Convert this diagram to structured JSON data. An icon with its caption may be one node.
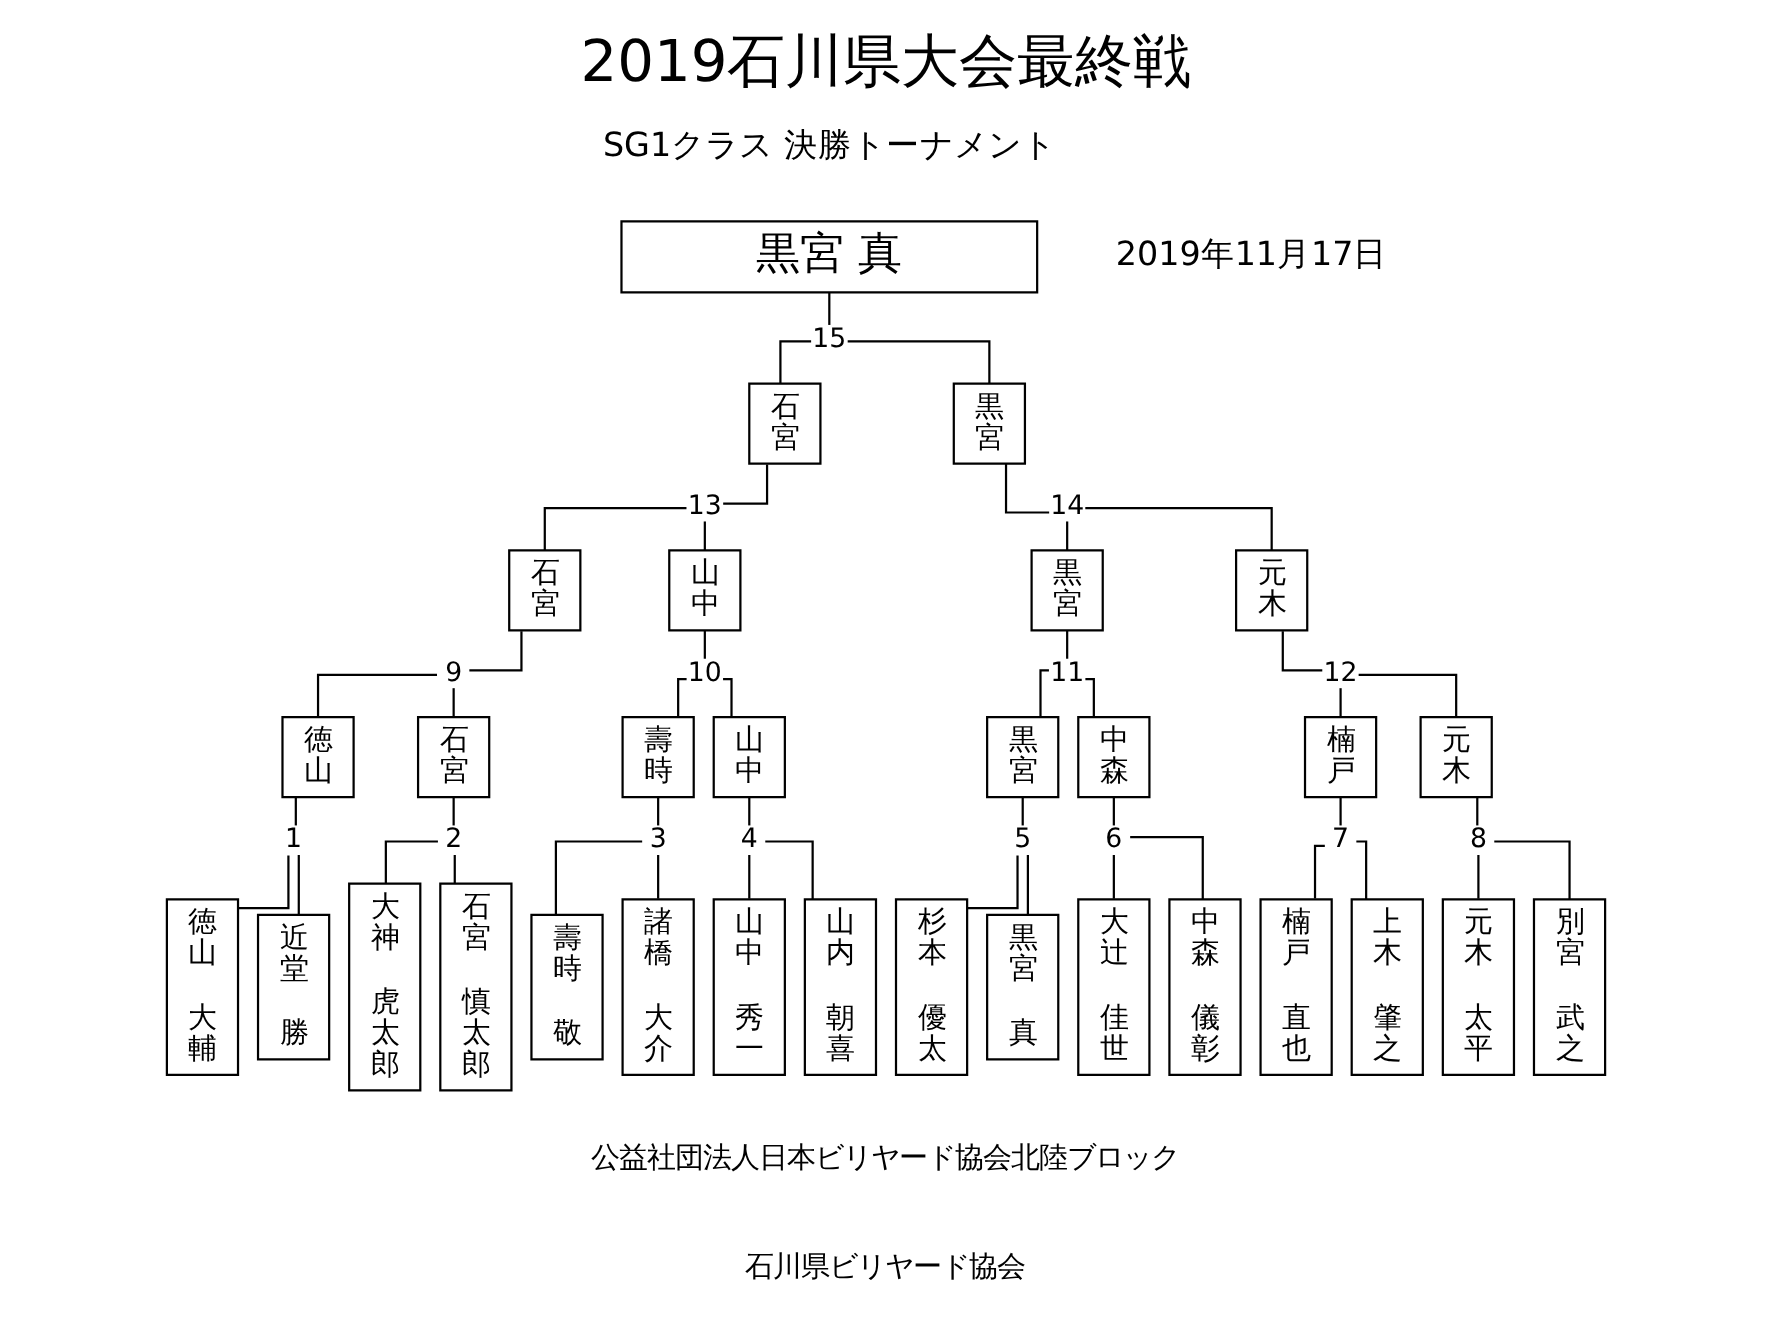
{
  "diagram": {
    "title": "2019石川県大会最終戦",
    "nodes": [
      {
        "text": [
          "黒宮 真"
        ]
      },
      {
        "text": [
          "15"
        ]
      },
      {
        "text": [
          "石宮"
        ]
      },
      {
        "text": [
          "黒宮"
        ]
      },
      {
        "text": [
          "13"
        ]
      },
      {
        "text": [
          "14"
        ]
      },
      {
        "text": [
          "石宮"
        ]
      },
      {
        "text": [
          "山中"
        ]
      },
      {
        "text": [
          "黒宮"
        ]
      },
      {
        "text": [
          "元木"
        ]
      },
      {
        "text": [
          "9"
        ]
      },
      {
        "text": [
          "10"
        ]
      },
      {
        "text": [
          "11"
        ]
      },
      {
        "text": [
          "12"
        ]
      },
      {
        "text": [
          "徳山"
        ]
      },
      {
        "text": [
          "石宮"
        ]
      },
      {
        "text": [
          "壽時"
        ]
      },
      {
        "text": [
          "山中"
        ]
      },
      {
        "text": [
          "黒宮"
        ]
      },
      {
        "text": [
          "中森"
        ]
      },
      {
        "text": [
          "楠戸"
        ]
      },
      {
        "text": [
          "元木"
        ]
      },
      {
        "text": [
          "1"
        ]
      },
      {
        "text": [
          "2"
        ]
      },
      {
        "text": [
          "3"
        ]
      },
      {
        "text": [
          "4"
        ]
      },
      {
        "text": [
          "5"
        ]
      },
      {
        "text": [
          "6"
        ]
      },
      {
        "text": [
          "7"
        ]
      },
      {
        "text": [
          "8"
        ]
      },
      {
        "text": [
          "徳山",
          "大輔"
        ]
      },
      {
        "text": [
          "近堂",
          "勝"
        ]
      },
      {
        "text": [
          "大神",
          "虎太郎"
        ]
      },
      {
        "text": [
          "石宮",
          "慎太郎"
        ]
      },
      {
        "text": [
          "壽時",
          "敬"
        ]
      },
      {
        "text": [
          "諸橋",
          "大介"
        ]
      },
      {
        "text": [
          "山中",
          "秀一"
        ]
      },
      {
        "text": [
          "山内",
          "朝喜"
        ]
      },
      {
        "text": [
          "杉本",
          "優太"
        ]
      },
      {
        "text": [
          "黒宮",
          "真"
        ]
      },
      {
        "text": [
          "大辻",
          "佳世"
        ]
      },
      {
        "text": [
          "中森",
          "儀彰"
        ]
      },
      {
        "text": [
          "楠戸",
          "直也"
        ]
      },
      {
        "text": [
          "上木",
          "肇之"
        ]
      },
      {
        "text": [
          "元木",
          "太平"
        ]
      },
      {
        "text": [
          "別宮",
          "武之"
        ]
      }
    ],
    "edges": [
      {
        "from": 0,
        "to": 1,
        "arrow": "none"
      },
      {
        "from": 1,
        "to": 2,
        "arrow": "none"
      },
      {
        "from": 1,
        "to": 3,
        "arrow": "none"
      },
      {
        "from": 2,
        "to": 4,
        "arrow": "none"
      },
      {
        "from": 3,
        "to": 5,
        "arrow": "none"
      },
      {
        "from": 4,
        "to": 6,
        "arrow": "none"
      },
      {
        "from": 4,
        "to": 7,
        "arrow": "none"
      },
      {
        "from": 5,
        "to": 8,
        "arrow": "none"
      },
      {
        "from": 5,
        "to": 9,
        "arrow": "none"
      },
      {
        "from": 6,
        "to": 10,
        "arrow": "none"
      },
      {
        "from": 7,
        "to": 11,
        "arrow": "none"
      },
      {
        "from": 8,
        "to": 12,
        "arrow": "none"
      },
      {
        "from": 9,
        "to": 13,
        "arrow": "none"
      },
      {
        "from": 10,
        "to": 14,
        "arrow": "none"
      },
      {
        "from": 10,
        "to": 15,
        "arrow": "none"
      },
      {
        "from": 11,
        "to": 16,
        "arrow": "none"
      },
      {
        "from": 11,
        "to": 17,
        "arrow": "none"
      },
      {
        "from": 12,
        "to": 18,
        "arrow": "none"
      },
      {
        "from": 12,
        "to": 19,
        "arrow": "none"
      },
      {
        "from": 13,
        "to": 20,
        "arrow": "none"
      },
      {
        "from": 13,
        "to": 21,
        "arrow": "none"
      },
      {
        "from": 14,
        "to": 22,
        "arrow": "none"
      },
      {
        "from": 15,
        "to": 23,
        "arrow": "none"
      },
      {
        "from": 16,
        "to": 24,
        "arrow": "none"
      },
      {
        "from": 17,
        "to": 25,
        "arrow": "none"
      },
      {
        "from": 18,
        "to": 26,
        "arrow": "none"
      },
      {
        "from": 19,
        "to": 27,
        "arrow": "none"
      },
      {
        "from": 20,
        "to": 28,
        "arrow": "none"
      },
      {
        "from": 21,
        "to": 29,
        "arrow": "none"
      },
      {
        "from": 22,
        "to": 30,
        "arrow": "none"
      },
      {
        "from": 22,
        "to": 31,
        "arrow": "none"
      },
      {
        "from": 23,
        "to": 32,
        "arrow": "none"
      },
      {
        "from": 23,
        "to": 33,
        "arrow": "none"
      },
      {
        "from": 24,
        "to": 34,
        "arrow": "none"
      },
      {
        "from": 24,
        "to": 35,
        "arrow": "none"
      },
      {
        "from": 25,
        "to": 36,
        "arrow": "none"
      },
      {
        "from": 25,
        "to": 37,
        "arrow": "none"
      },
      {
        "from": 26,
        "to": 38,
        "arrow": "none"
      },
      {
        "from": 26,
        "to": 39,
        "arrow": "none"
      },
      {
        "from": 27,
        "to": 40,
        "arrow": "none"
      },
      {
        "from": 27,
        "to": 41,
        "arrow": "none"
      },
      {
        "from": 28,
        "to": 42,
        "arrow": "none"
      },
      {
        "from": 28,
        "to": 43,
        "arrow": "none"
      },
      {
        "from": 29,
        "to": 44,
        "arrow": "none"
      },
      {
        "from": 29,
        "to": 45,
        "arrow": "none"
      }
    ],
    "labels": [
      "SG1クラス 決勝トーナメント",
      "2019年11月17日",
      "公益社団法人日本ビリヤード協会北陸ブロック",
      "石川県ビリヤード協会"
    ]
  }
}
